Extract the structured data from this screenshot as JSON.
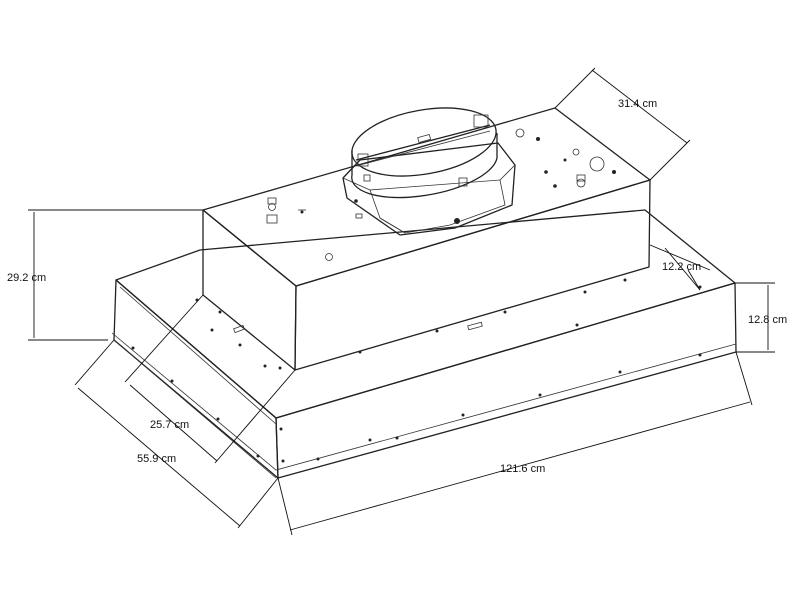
{
  "dimensions": {
    "depth_top": "31.4 cm",
    "total_height": "29.2 cm",
    "offset_right": "12.2 cm",
    "base_height": "12.8 cm",
    "inner_depth": "25.7 cm",
    "total_depth": "55.9 cm",
    "width": "121.6 cm"
  },
  "colors": {
    "line": "#222222",
    "background": "#ffffff"
  }
}
